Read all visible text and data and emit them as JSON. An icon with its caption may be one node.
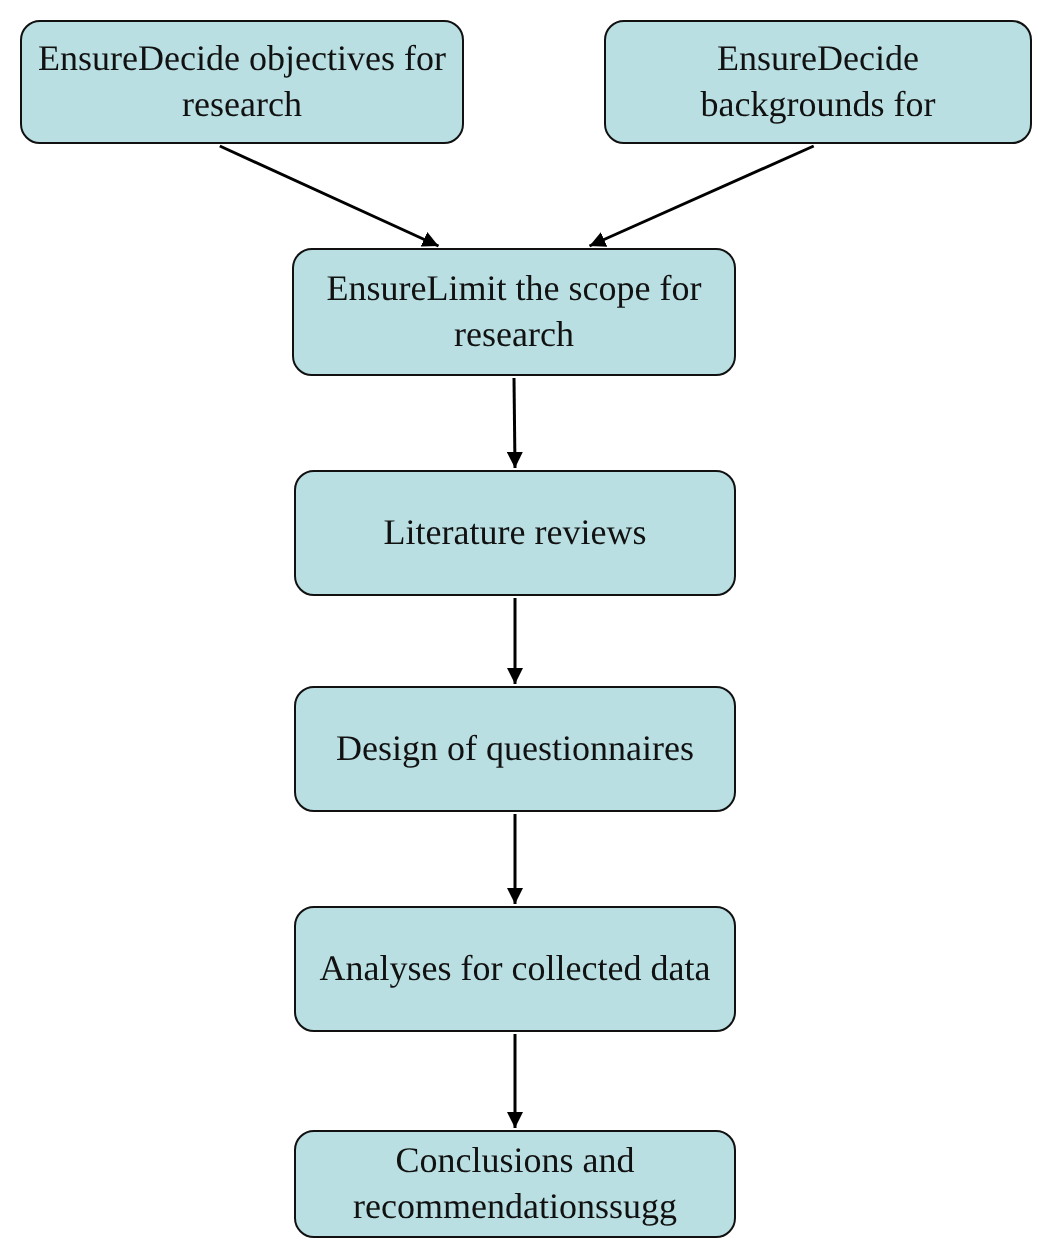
{
  "diagram": {
    "nodes": [
      {
        "text": [
          "EnsureDecide objectives for research"
        ]
      },
      {
        "text": [
          "EnsureDecide backgrounds for"
        ]
      },
      {
        "text": [
          "EnsureLimit the scope for research"
        ]
      },
      {
        "text": [
          "Literature reviews"
        ]
      },
      {
        "text": [
          "Design of questionnaires"
        ]
      },
      {
        "text": [
          "Analyses for collected data"
        ]
      },
      {
        "text": [
          "Conclusions and recommendationssugg"
        ]
      }
    ],
    "edges": [
      {
        "from": 0,
        "to": 2,
        "arrow": "to"
      },
      {
        "from": 1,
        "to": 2,
        "arrow": "to"
      },
      {
        "from": 2,
        "to": 3,
        "arrow": "to"
      },
      {
        "from": 3,
        "to": 4,
        "arrow": "to"
      },
      {
        "from": 4,
        "to": 5,
        "arrow": "to"
      },
      {
        "from": 5,
        "to": 6,
        "arrow": "to"
      }
    ]
  }
}
